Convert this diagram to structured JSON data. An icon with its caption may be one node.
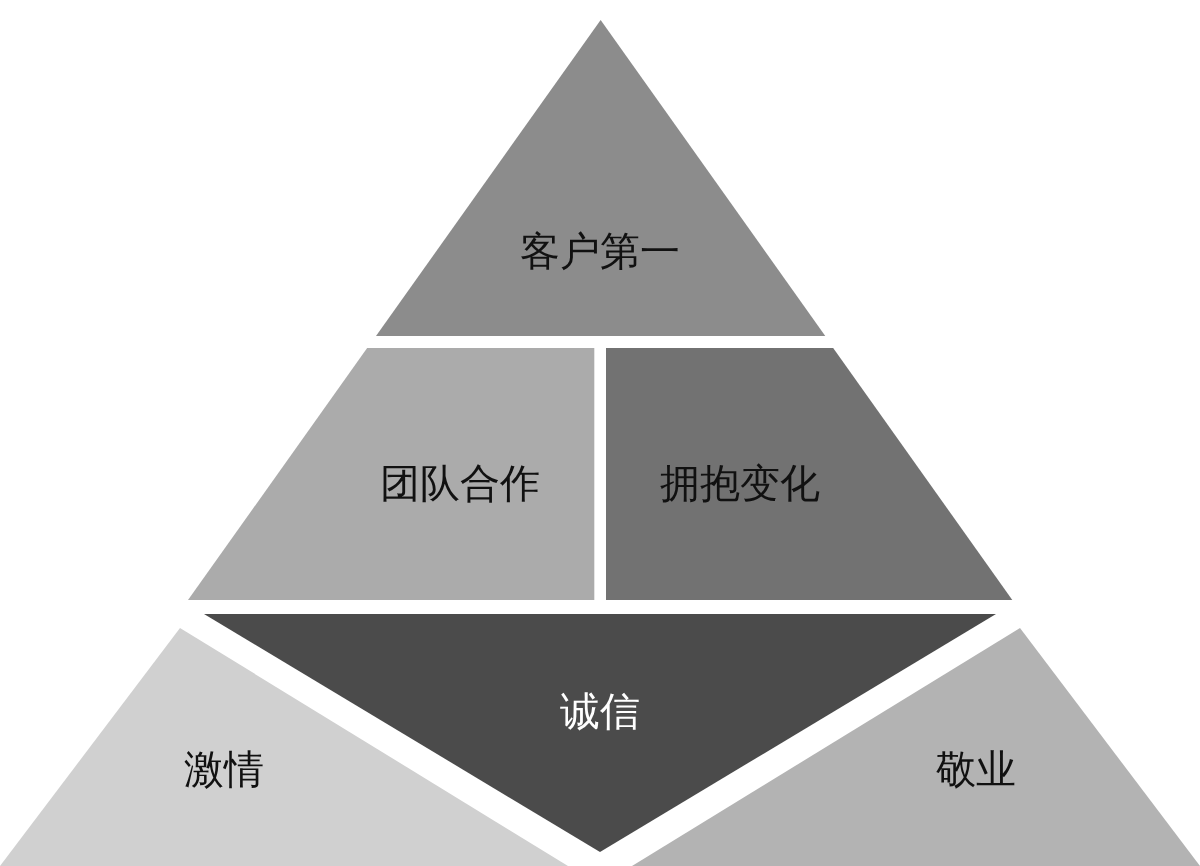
{
  "diagram": {
    "nodes": [
      {
        "text": [
          "客户第一"
        ]
      },
      {
        "text": [
          "团队合作"
        ]
      },
      {
        "text": [
          "拥抱变化"
        ]
      },
      {
        "text": [
          "诚信"
        ]
      },
      {
        "text": [
          "激情"
        ]
      },
      {
        "text": [
          "敬业"
        ]
      }
    ]
  }
}
